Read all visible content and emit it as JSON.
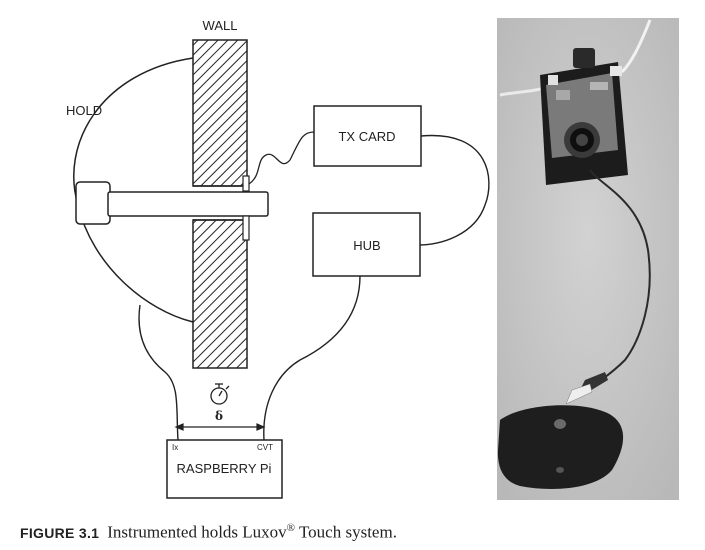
{
  "diagram": {
    "labels": {
      "wall": "WALL",
      "hold": "HOLD",
      "tx_card": "TX CARD",
      "hub": "HUB",
      "raspberry": "RASPBERRY Pi",
      "ix": "Ix",
      "cvt": "CVT"
    }
  },
  "caption": {
    "figure_number": "FIGURE 3.1",
    "text_before": "Instrumented holds Luxov",
    "superscript": "®",
    "text_after": " Touch system."
  },
  "colors": {
    "line": "#222222",
    "photo_bg": "#c4c4c4"
  }
}
